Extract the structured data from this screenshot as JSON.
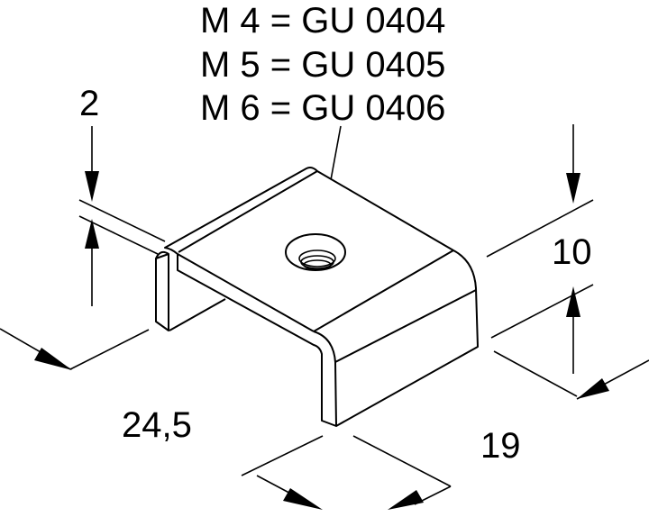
{
  "labels": {
    "variants": [
      "M 4 = GU 0404",
      "M 5 = GU 0405",
      "M 6 = GU 0406"
    ],
    "thickness": "2",
    "height": "10",
    "length": "24,5",
    "width": "19"
  }
}
